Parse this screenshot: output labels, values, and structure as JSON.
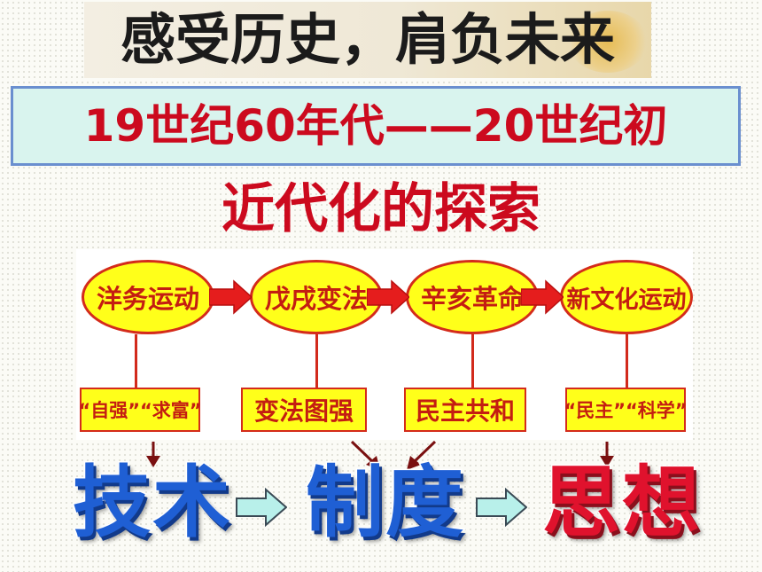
{
  "header": {
    "title": "感受历史，肩负未来"
  },
  "period": {
    "text": "19世纪60年代——20世纪初"
  },
  "subtitle": "近代化的探索",
  "movements": [
    {
      "name": "洋务运动",
      "goal": "“自强”“求富”"
    },
    {
      "name": "戊戌变法",
      "goal": "变法图强"
    },
    {
      "name": "辛亥革命",
      "goal": "民主共和"
    },
    {
      "name": "新文化运动",
      "goal": "“民主”“科学”"
    }
  ],
  "levels": {
    "tech": "技术",
    "system": "制度",
    "thought": "思想"
  },
  "colors": {
    "title_red": "#cc0a1e",
    "ellipse_fill": "#ffff1a",
    "word_blue": "#1f5fd4",
    "word_red": "#e0122d",
    "arrow_teal": "#b8f0ea",
    "arrow_red": "#e51d1d"
  }
}
